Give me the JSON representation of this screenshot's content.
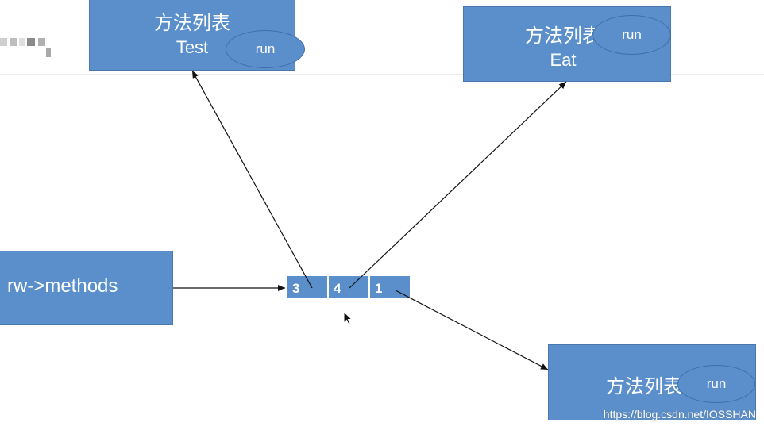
{
  "boxes": [
    {
      "title": "方法列表",
      "sub": "Test",
      "oval": "run"
    },
    {
      "title": "方法列表",
      "sub": "Eat",
      "oval": "run"
    },
    {
      "title": "方法列表",
      "sub": "",
      "oval": "run"
    }
  ],
  "source": {
    "label": "rw->methods"
  },
  "array": {
    "cells": [
      "3",
      "4",
      "1"
    ]
  },
  "watermark": "https://blog.csdn.net/IOSSHAN",
  "colors": {
    "box": "#5a8fcb",
    "border": "#4a78ad",
    "oval_border": "#3d6fae",
    "arrow": "#111111"
  }
}
